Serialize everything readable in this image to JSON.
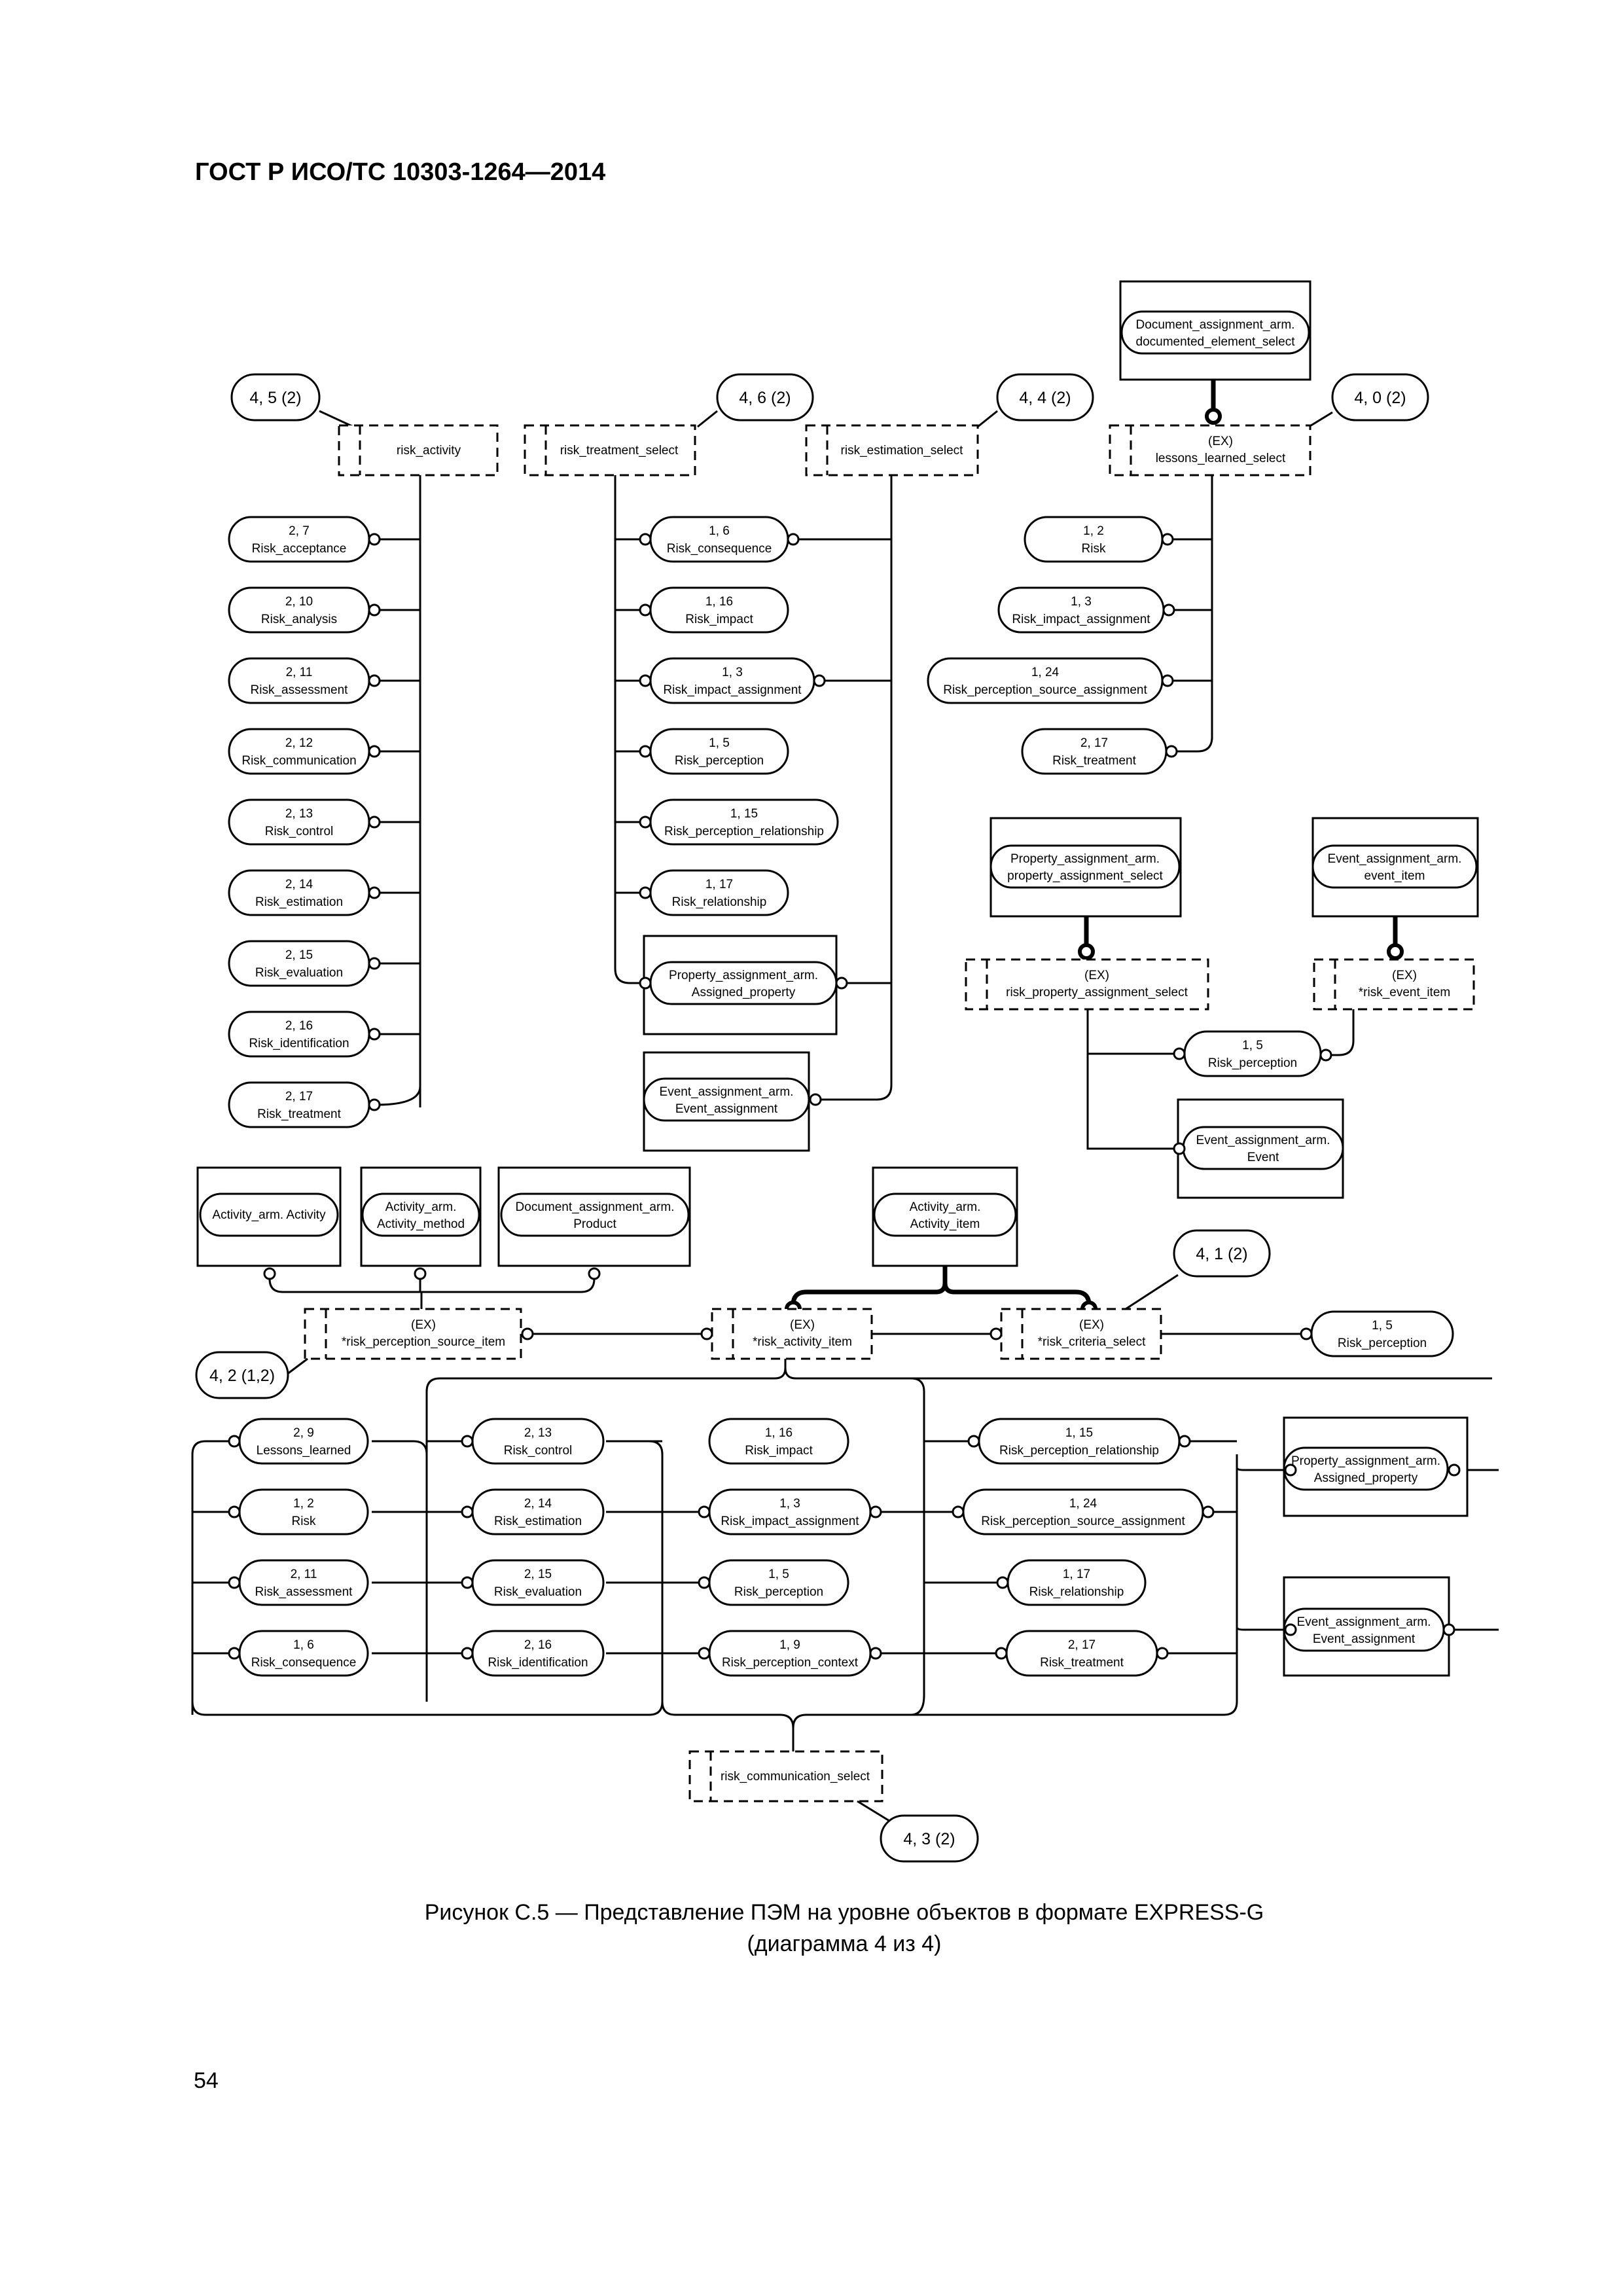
{
  "header": {
    "doc_title": "ГОСТ Р ИСО/ТС 10303-1264—2014"
  },
  "caption": {
    "line1": "Рисунок  С.5 — Представление ПЭМ на уровне объектов в формате EXPRESS-G",
    "line2": "(диаграмма 4 из 4)"
  },
  "page": {
    "number": "54"
  },
  "refs": {
    "r45": "4, 5 (2)",
    "r46": "4, 6 (2)",
    "r44": "4, 4 (2)",
    "r40": "4, 0 (2)",
    "r41": "4, 1 (2)",
    "r42": "4, 2 (1,2)",
    "r43": "4, 3 (2)"
  },
  "selects": {
    "risk_activity": "risk_activity",
    "risk_treatment_select": "risk_treatment_select",
    "risk_estimation_select": "risk_estimation_select",
    "lessons_ex": "(EX)",
    "lessons": "lessons_learned_select",
    "rpas_ex": "(EX)",
    "rpas": "risk_property_assignment_select",
    "rei_ex": "(EX)",
    "rei": "*risk_event_item",
    "rpsi_ex": "(EX)",
    "rpsi": "*risk_perception_source_item",
    "rai_ex": "(EX)",
    "rai": "*risk_activity_item",
    "rcs_ex": "(EX)",
    "rcs": "*risk_criteria_select",
    "rcomm": "risk_communication_select"
  },
  "col_a": [
    {
      "n": "2, 7",
      "name": "Risk_acceptance"
    },
    {
      "n": "2, 10",
      "name": "Risk_analysis"
    },
    {
      "n": "2, 11",
      "name": "Risk_assessment"
    },
    {
      "n": "2, 12",
      "name": "Risk_communication"
    },
    {
      "n": "2, 13",
      "name": "Risk_control"
    },
    {
      "n": "2, 14",
      "name": "Risk_estimation"
    },
    {
      "n": "2, 15",
      "name": "Risk_evaluation"
    },
    {
      "n": "2, 16",
      "name": "Risk_identification"
    },
    {
      "n": "2, 17",
      "name": "Risk_treatment"
    }
  ],
  "col_b": [
    {
      "n": "1, 6",
      "name": "Risk_consequence"
    },
    {
      "n": "1, 16",
      "name": "Risk_impact"
    },
    {
      "n": "1, 3",
      "name": "Risk_impact_assignment"
    },
    {
      "n": "1, 5",
      "name": "Risk_perception"
    },
    {
      "n": "1, 15",
      "name": "Risk_perception_relationship"
    },
    {
      "n": "1, 17",
      "name": "Risk_relationship"
    }
  ],
  "col_c": [
    {
      "n": "1, 2",
      "name": "Risk"
    },
    {
      "n": "1, 3",
      "name": "Risk_impact_assignment"
    },
    {
      "n": "1, 24",
      "name": "Risk_perception_source_assignment"
    },
    {
      "n": "2, 17",
      "name": "Risk_treatment"
    }
  ],
  "rpas_targets": [
    {
      "n": "1, 5",
      "name": "Risk_perception"
    }
  ],
  "rcs_target": {
    "n": "1, 5",
    "name": "Risk_perception"
  },
  "schema": {
    "doc_elem_1": "Document_assignment_arm.",
    "doc_elem_2": "documented_element_select",
    "prop_sel_1": "Property_assignment_arm.",
    "prop_sel_2": "property_assignment_select",
    "event_item_1": "Event_assignment_arm.",
    "event_item_2": "event_item",
    "prop_assigned_1": "Property_assignment_arm.",
    "prop_assigned_2": "Assigned_property",
    "event_assign_1": "Event_assignment_arm.",
    "event_assign_2": "Event_assignment",
    "event_1": "Event_assignment_arm.",
    "event_2": "Event",
    "activity": "Activity_arm. Activity",
    "activity_method_1": "Activity_arm.",
    "activity_method_2": "Activity_method",
    "doc_product_1": "Document_assignment_arm.",
    "doc_product_2": "Product",
    "activity_item_1": "Activity_arm.",
    "activity_item_2": "Activity_item",
    "prop_assigned_b_1": "Property_assignment_arm.",
    "prop_assigned_b_2": "Assigned_property",
    "event_assign_b_1": "Event_assignment_arm.",
    "event_assign_b_2": "Event_assignment"
  },
  "bottom_c1": [
    {
      "n": "2, 9",
      "name": "Lessons_learned"
    },
    {
      "n": "1, 2",
      "name": "Risk"
    },
    {
      "n": "2, 11",
      "name": "Risk_assessment"
    },
    {
      "n": "1, 6",
      "name": "Risk_consequence"
    }
  ],
  "bottom_c2": [
    {
      "n": "2, 13",
      "name": "Risk_control"
    },
    {
      "n": "2, 14",
      "name": "Risk_estimation"
    },
    {
      "n": "2, 15",
      "name": "Risk_evaluation"
    },
    {
      "n": "2, 16",
      "name": "Risk_identification"
    }
  ],
  "bottom_c3": [
    {
      "n": "1, 16",
      "name": "Risk_impact"
    },
    {
      "n": "1, 3",
      "name": "Risk_impact_assignment"
    },
    {
      "n": "1, 5",
      "name": "Risk_perception"
    },
    {
      "n": "1, 9",
      "name": "Risk_perception_context"
    }
  ],
  "bottom_c4": [
    {
      "n": "1, 15",
      "name": "Risk_perception_relationship"
    },
    {
      "n": "1, 24",
      "name": "Risk_perception_source_assignment"
    },
    {
      "n": "1, 17",
      "name": "Risk_relationship"
    },
    {
      "n": "2, 17",
      "name": "Risk_treatment"
    }
  ]
}
